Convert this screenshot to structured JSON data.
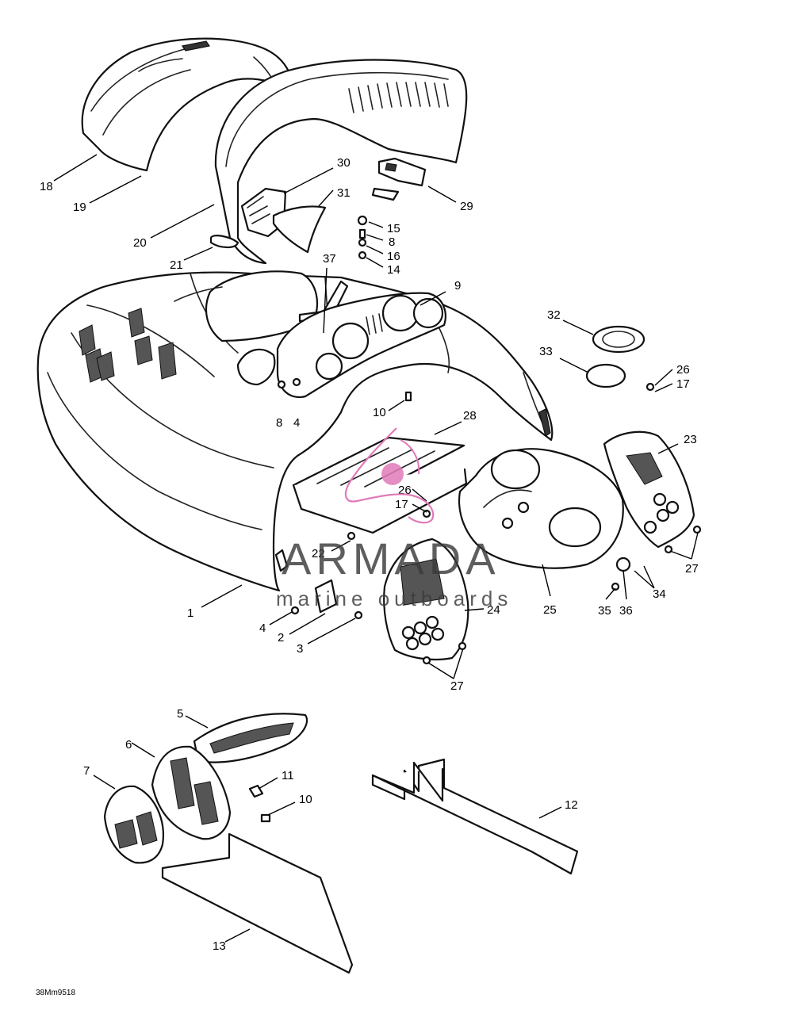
{
  "diagram": {
    "callouts": [
      {
        "id": "18",
        "text": "18"
      },
      {
        "id": "19",
        "text": "19"
      },
      {
        "id": "20",
        "text": "20"
      },
      {
        "id": "21",
        "text": "21"
      },
      {
        "id": "30",
        "text": "30"
      },
      {
        "id": "31",
        "text": "31"
      },
      {
        "id": "29",
        "text": "29"
      },
      {
        "id": "15",
        "text": "15"
      },
      {
        "id": "8a",
        "text": "8"
      },
      {
        "id": "16",
        "text": "16"
      },
      {
        "id": "14",
        "text": "14"
      },
      {
        "id": "37",
        "text": "37"
      },
      {
        "id": "9",
        "text": "9"
      },
      {
        "id": "32",
        "text": "32"
      },
      {
        "id": "33",
        "text": "33"
      },
      {
        "id": "26a",
        "text": "26"
      },
      {
        "id": "17a",
        "text": "17"
      },
      {
        "id": "8b",
        "text": "8"
      },
      {
        "id": "4a",
        "text": "4"
      },
      {
        "id": "10a",
        "text": "10"
      },
      {
        "id": "28",
        "text": "28"
      },
      {
        "id": "23",
        "text": "23"
      },
      {
        "id": "26b",
        "text": "26"
      },
      {
        "id": "17b",
        "text": "17"
      },
      {
        "id": "22",
        "text": "22"
      },
      {
        "id": "27a",
        "text": "27"
      },
      {
        "id": "34",
        "text": "34"
      },
      {
        "id": "1",
        "text": "1"
      },
      {
        "id": "4b",
        "text": "4"
      },
      {
        "id": "2",
        "text": "2"
      },
      {
        "id": "3",
        "text": "3"
      },
      {
        "id": "24",
        "text": "24"
      },
      {
        "id": "25",
        "text": "25"
      },
      {
        "id": "35",
        "text": "35"
      },
      {
        "id": "36",
        "text": "36"
      },
      {
        "id": "27b",
        "text": "27"
      },
      {
        "id": "5",
        "text": "5"
      },
      {
        "id": "6",
        "text": "6"
      },
      {
        "id": "7",
        "text": "7"
      },
      {
        "id": "11",
        "text": "11"
      },
      {
        "id": "10b",
        "text": "10"
      },
      {
        "id": "12",
        "text": "12"
      },
      {
        "id": "13",
        "text": "13"
      }
    ],
    "reference_code": "38Mm9518"
  },
  "watermark": {
    "brand": "ARMADA",
    "tagline": "marine outboards",
    "accent_color": "#e07ab8",
    "text_color": "#3b3b3b"
  }
}
